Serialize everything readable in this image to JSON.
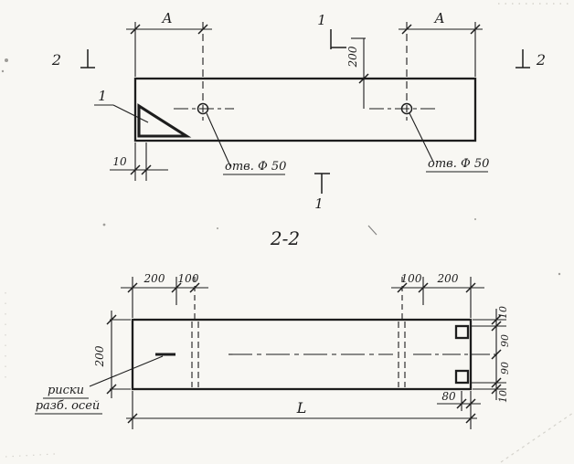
{
  "colors": {
    "paper": "#f8f7f3",
    "ink": "#1d1d1d"
  },
  "top_view": {
    "dim_a_left": "A",
    "dim_a_right": "A",
    "section1_top": "1",
    "section1_bottom": "1",
    "section2_left": "2",
    "section2_right": "2",
    "dim_200": "200",
    "dim_10": "10",
    "hole_left_label": "отв. Ф 50",
    "hole_right_label": "отв. Ф 50",
    "detail_callout": "1"
  },
  "section_view": {
    "title": "2-2",
    "top_dims_left": {
      "d200": "200",
      "d100": "100"
    },
    "top_dims_right": {
      "d100": "100",
      "d200": "200"
    },
    "left_dim": "200",
    "right_dims": {
      "top10": "10",
      "upper90": "90",
      "lower90": "90",
      "bottom10": "10"
    },
    "axis_note_line1": "риски",
    "axis_note_line2": "разб. осей",
    "length_dim": "L",
    "end_dim": "80"
  }
}
